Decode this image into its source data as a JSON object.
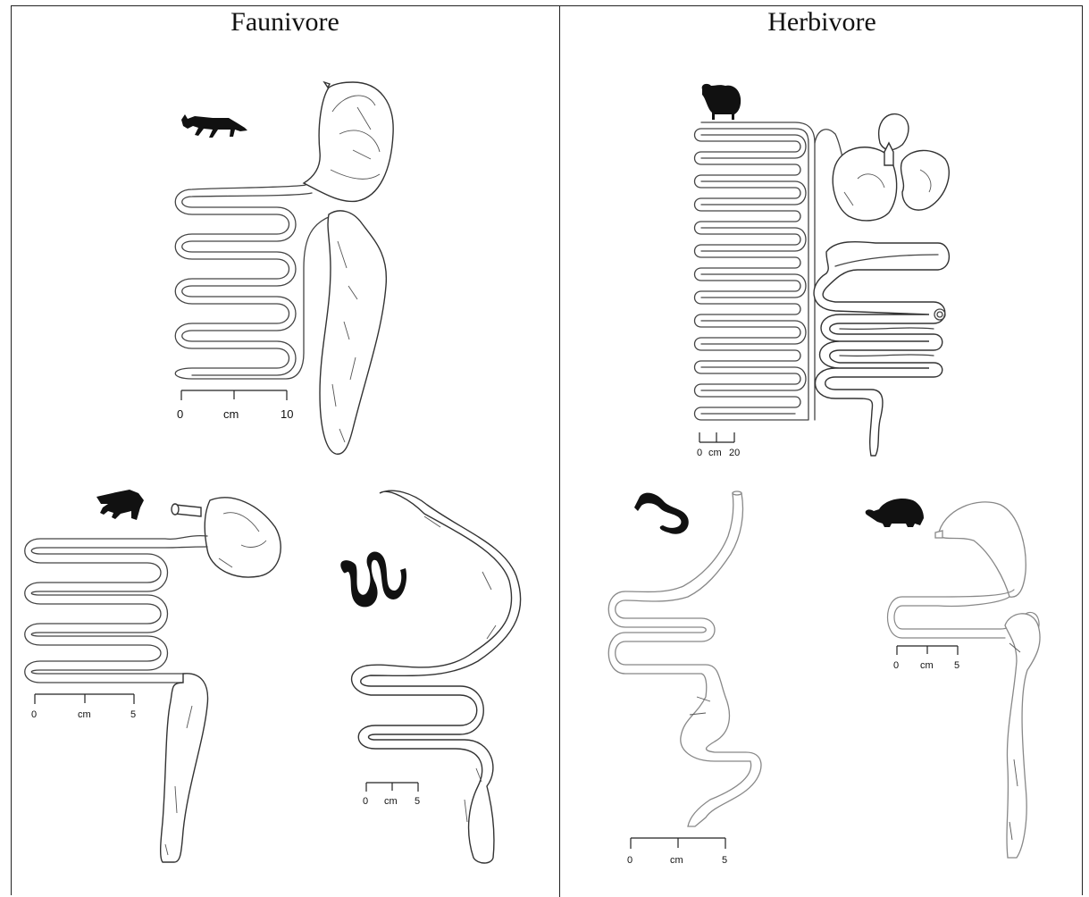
{
  "columns": {
    "left": {
      "title": "Faunivore"
    },
    "right": {
      "title": "Herbivore"
    }
  },
  "panels": {
    "cat": {
      "animal_icon": "cat-silhouette-icon",
      "scale": {
        "start": "0",
        "unit": "cm",
        "end": "10"
      }
    },
    "crocodile": {
      "animal_icon": "crocodile-silhouette-icon",
      "scale": {
        "start": "0",
        "unit": "cm",
        "end": "5"
      }
    },
    "snake": {
      "animal_icon": "snake-silhouette-icon",
      "scale": {
        "start": "0",
        "unit": "cm",
        "end": "5"
      }
    },
    "sheep": {
      "animal_icon": "sheep-silhouette-icon",
      "scale": {
        "start": "0",
        "unit": "cm",
        "end": "20"
      }
    },
    "lizard": {
      "animal_icon": "lizard-silhouette-icon",
      "scale": {
        "start": "0",
        "unit": "cm",
        "end": "5"
      }
    },
    "tortoise": {
      "animal_icon": "tortoise-silhouette-icon",
      "scale": {
        "start": "0",
        "unit": "cm",
        "end": "5"
      }
    }
  },
  "colors": {
    "ink": "#111111",
    "line": "#444444",
    "light_line": "#888888"
  }
}
